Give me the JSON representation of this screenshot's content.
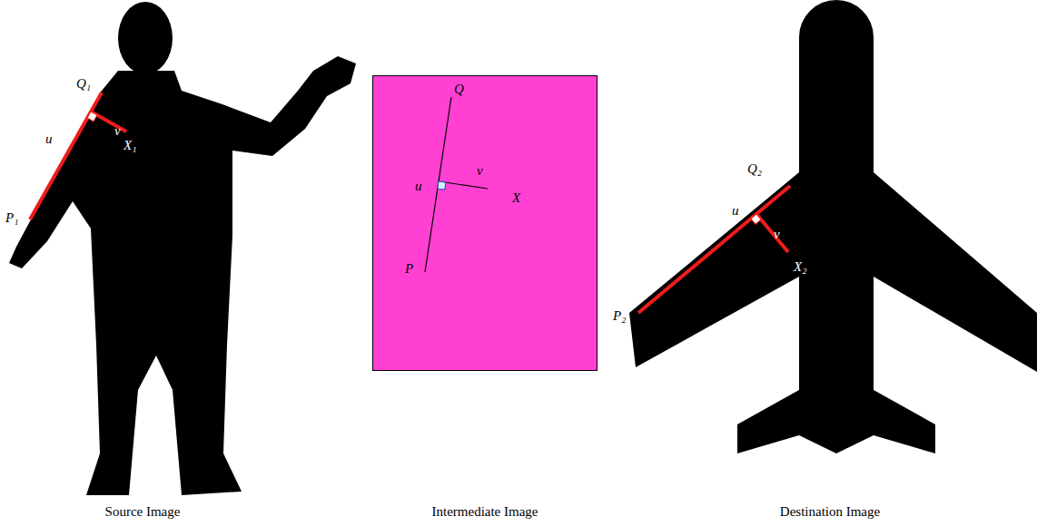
{
  "diagram": {
    "labels": [
      "Q₁",
      "u",
      "v",
      "X₁",
      "P₁",
      "Q",
      "u",
      "v",
      "X",
      "P",
      "Q₂",
      "u",
      "v",
      "X₂",
      "P₂",
      "Source Image",
      "Intermediate Image",
      "Destination Image"
    ]
  }
}
